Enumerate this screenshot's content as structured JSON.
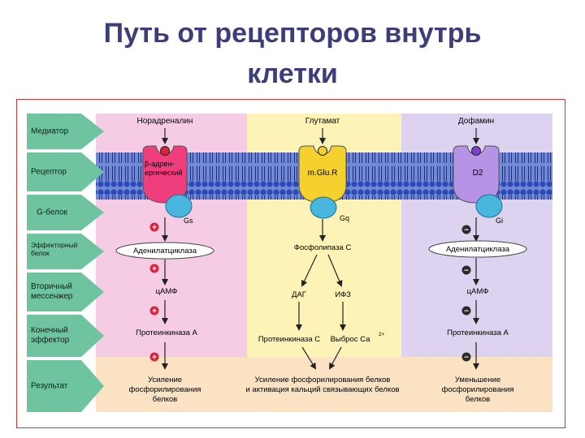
{
  "title": {
    "line1": "Путь от рецепторов внутрь",
    "line2": "клетки"
  },
  "colors": {
    "pink": "#f6cce4",
    "yellow": "#fdf3b6",
    "lavender": "#ddd3f0",
    "peach": "#fbe2c2",
    "sidebar": "#6dc49e",
    "membrane": "#2d4fb8",
    "receptor_pink": "#ef3d7e",
    "receptor_yellow": "#f4d12e",
    "receptor_purple": "#b693e4",
    "gprotein": "#49b6de"
  },
  "sidebar": [
    {
      "label": "Медиатор"
    },
    {
      "label": "Рецептор"
    },
    {
      "label": "G-белок"
    },
    {
      "label": "Эффекторный\nбелок"
    },
    {
      "label": "Вторичный\nмессенжер"
    },
    {
      "label": "Конечный\nэффектор"
    },
    {
      "label": "Результат"
    }
  ],
  "columns": [
    {
      "mediator": "Норадреналин",
      "receptor": "β-адрен-\nергический",
      "g_protein": "Gs",
      "sign1": "+",
      "effector": "Аденилатциклаза",
      "sign2": "+",
      "messenger": "цАМФ",
      "sign3": "+",
      "final": "Протеинкиназа А",
      "sign4": "+",
      "result": "Усиление\nфосфорилирования\nбелков"
    },
    {
      "mediator": "Глутамат",
      "receptor": "m.Glu.R",
      "g_protein": "Gq",
      "effector": "Фосфолипаза С",
      "messenger_left": "ДАГ",
      "messenger_right": "ИФ3",
      "final_left": "Протеинкиназа С",
      "final_right": "Выброс Са",
      "final_right_sup": "2+",
      "result": "Усиление фосфорилирования белков\nи активация кальций связывающих белков"
    },
    {
      "mediator": "Дофамин",
      "receptor": "D2",
      "g_protein": "Gi",
      "sign1": "−",
      "effector": "Аденилатциклаза",
      "sign2": "−",
      "messenger": "цАМФ",
      "sign3": "−",
      "final": "Протеинкиназа А",
      "sign4": "−",
      "result": "Уменьшение\nфосфорилирования\nбелков"
    }
  ]
}
